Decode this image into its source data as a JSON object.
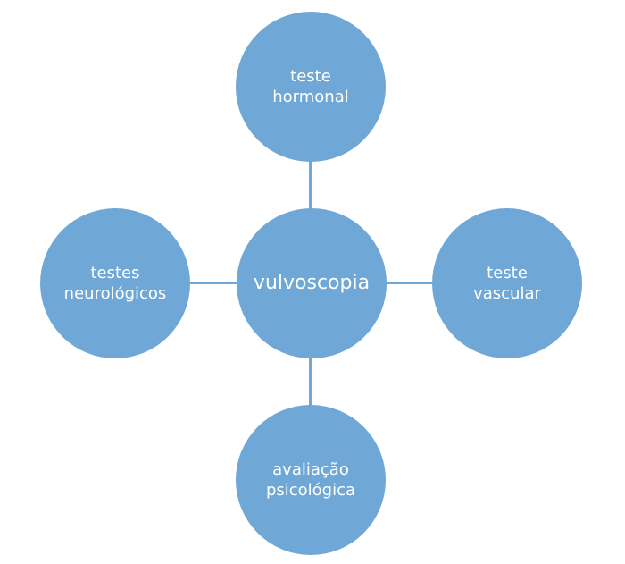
{
  "diagram": {
    "center": {
      "label": "vulvoscopia"
    },
    "top": {
      "label": "teste\nhormonal"
    },
    "right": {
      "label": "teste\nvascular"
    },
    "bottom": {
      "label": "avaliação\npsicológica"
    },
    "left": {
      "label": "testes\nneurológicos"
    },
    "colors": {
      "node_fill": "#6fa8d6",
      "node_text": "#ffffff",
      "connector": "#6fa8d6"
    }
  }
}
